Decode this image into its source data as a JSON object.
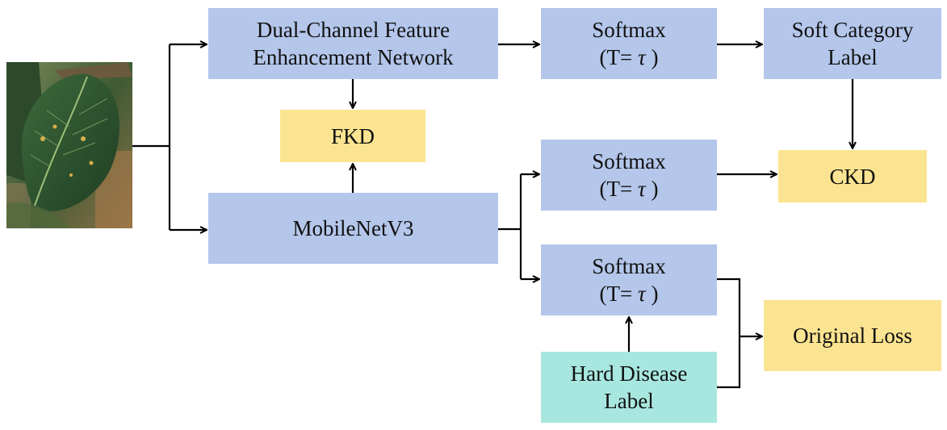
{
  "nodes": {
    "dual_channel": "Dual-Channel Feature\nEnhancement Network",
    "mobilenet": "MobileNetV3",
    "fkd": "FKD",
    "softmax_label": "Softmax",
    "temperature_prefix": "(T= ",
    "tau": "τ",
    "temperature_suffix": " )",
    "soft_category_label": "Soft Category\nLabel",
    "ckd": "CKD",
    "original_loss": "Original Loss",
    "hard_disease_label": "Hard Disease\nLabel"
  },
  "colors": {
    "network_box": "#b4c6ea",
    "loss_box": "#fbe491",
    "label_box": "#a8e7df",
    "arrow": "#000000"
  },
  "image": {
    "icon": "apple-leaf-photo"
  }
}
